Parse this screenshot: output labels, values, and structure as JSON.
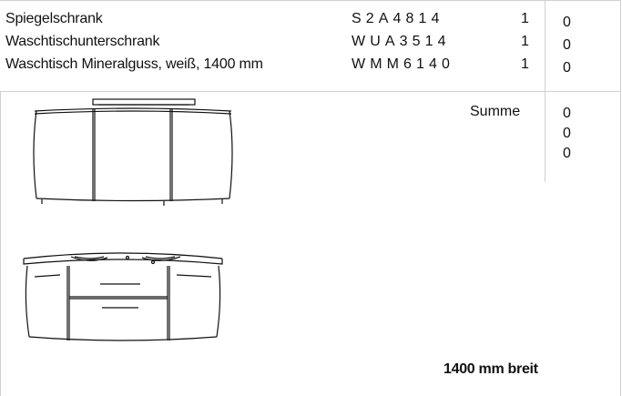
{
  "items": [
    {
      "name": "Spiegelschrank",
      "code": "S2A4814",
      "qty": "1",
      "value": "0"
    },
    {
      "name": "Waschtischunterschrank",
      "code": "WUA3514",
      "qty": "1",
      "value": "0"
    },
    {
      "name": "Waschtisch Mineralguss, weiß, 1400 mm",
      "code": "WMM6140",
      "qty": "1",
      "value": "0"
    }
  ],
  "summary": {
    "label": "Summe",
    "values": [
      "0",
      "0",
      "0"
    ]
  },
  "footer": {
    "width_label": "1400 mm breit"
  },
  "drawings": {
    "mirror_cabinet": "mirror-cabinet-drawing",
    "vanity_unit": "vanity-unit-drawing"
  }
}
